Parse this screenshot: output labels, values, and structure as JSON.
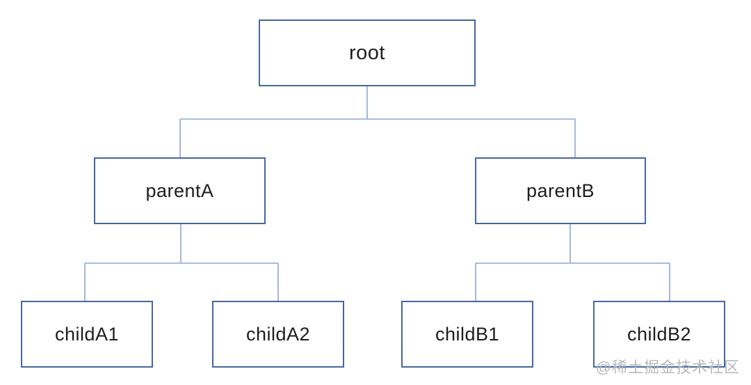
{
  "diagram": {
    "type": "tree",
    "nodes": {
      "root": {
        "label": "root"
      },
      "parentA": {
        "label": "parentA"
      },
      "parentB": {
        "label": "parentB"
      },
      "childA1": {
        "label": "childA1"
      },
      "childA2": {
        "label": "childA2"
      },
      "childB1": {
        "label": "childB1"
      },
      "childB2": {
        "label": "childB2"
      }
    },
    "edges": [
      {
        "from": "root",
        "to": "parentA"
      },
      {
        "from": "root",
        "to": "parentB"
      },
      {
        "from": "parentA",
        "to": "childA1"
      },
      {
        "from": "parentA",
        "to": "childA2"
      },
      {
        "from": "parentB",
        "to": "childB1"
      },
      {
        "from": "parentB",
        "to": "childB2"
      }
    ],
    "colors": {
      "box_border": "#44679F",
      "connector": "#8CA7D2",
      "text": "#1D1D1F",
      "watermark": "#B3B6BB",
      "background": "#FFFFFF"
    }
  },
  "watermark": {
    "text": "@稀土掘金技术社区"
  }
}
